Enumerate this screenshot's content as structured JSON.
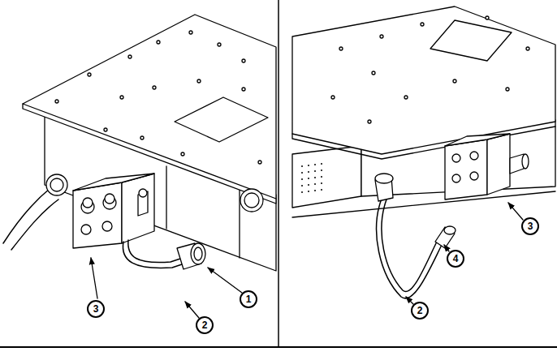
{
  "diagram": {
    "labels": [
      "1",
      "3",
      "2",
      "3",
      "4",
      "2"
    ]
  }
}
